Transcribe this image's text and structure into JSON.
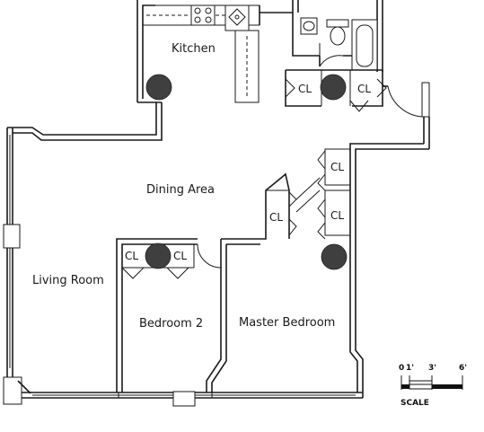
{
  "rooms": {
    "kitchen": "Kitchen",
    "dining": "Dining Area",
    "living": "Living Room",
    "bedroom2": "Bedroom 2",
    "master": "Master Bedroom"
  },
  "closets": {
    "cl_bath_left": "CL",
    "cl_bath_right": "CL",
    "cl_hall_top": "CL",
    "cl_hall_mid": "CL",
    "cl_master_left": "CL",
    "cl_bed2_left": "CL",
    "cl_bed2_right": "CL"
  },
  "scale": {
    "ticks": [
      "0",
      "1'",
      "3'",
      "6'"
    ],
    "title": "SCALE"
  }
}
